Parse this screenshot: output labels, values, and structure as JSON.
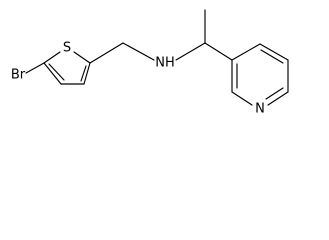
{
  "structure": {
    "atoms": {
      "br": "Br",
      "s": "S",
      "nh": "NH",
      "n": "N"
    }
  }
}
